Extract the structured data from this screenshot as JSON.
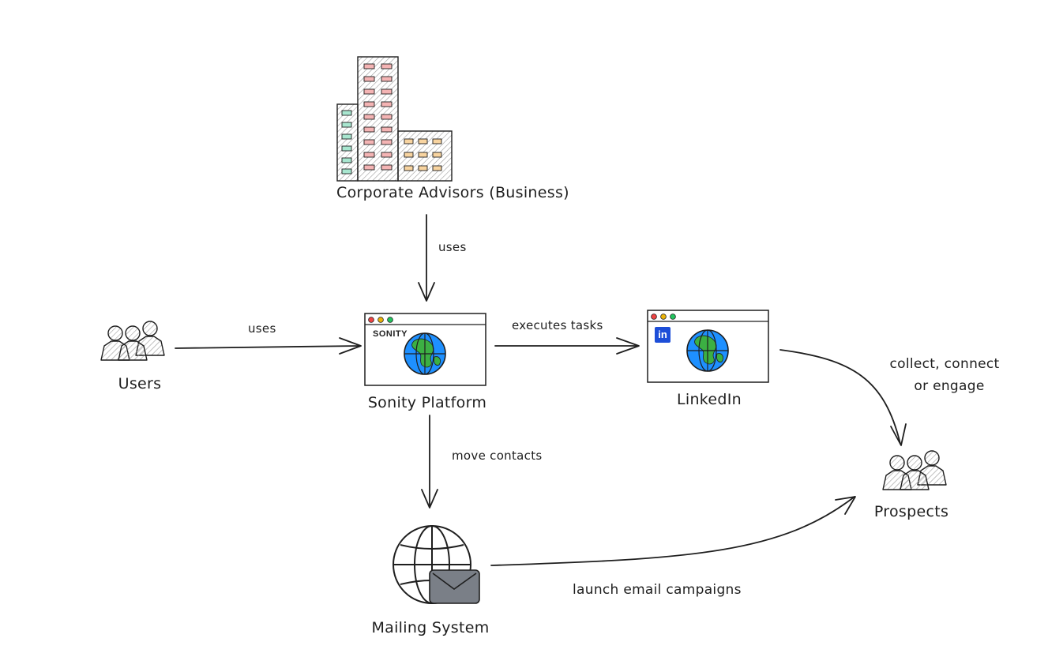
{
  "nodes": {
    "corporate": {
      "label": "Corporate Advisors (Business)"
    },
    "users": {
      "label": "Users"
    },
    "sonity": {
      "label": "Sonity Platform",
      "brand": "SONITY"
    },
    "linkedin": {
      "label": "LinkedIn",
      "badge": "in"
    },
    "mailing": {
      "label": "Mailing System"
    },
    "prospects": {
      "label": "Prospects"
    }
  },
  "edges": {
    "corporate_to_sonity": "uses",
    "users_to_sonity": "uses",
    "sonity_to_linkedin": "executes tasks",
    "linkedin_to_prospects_line1": "collect, connect",
    "linkedin_to_prospects_line2": "or engage",
    "sonity_to_mailing": "move contacts",
    "mailing_to_prospects": "launch email campaigns"
  },
  "colors": {
    "stroke": "#1e1e1e",
    "hatch": "#9a9a9a",
    "window_red": "#ef4444",
    "window_amber": "#eab308",
    "window_green": "#22c55e",
    "globe_blue": "#1e90ff",
    "globe_land": "#3cb043",
    "building_pink": "#f4b4b4",
    "building_peach": "#f8d4a0",
    "building_mint": "#a8e6cf",
    "envelope_gray": "#7a7f87",
    "linkedin_blue": "#1d4ed8"
  }
}
